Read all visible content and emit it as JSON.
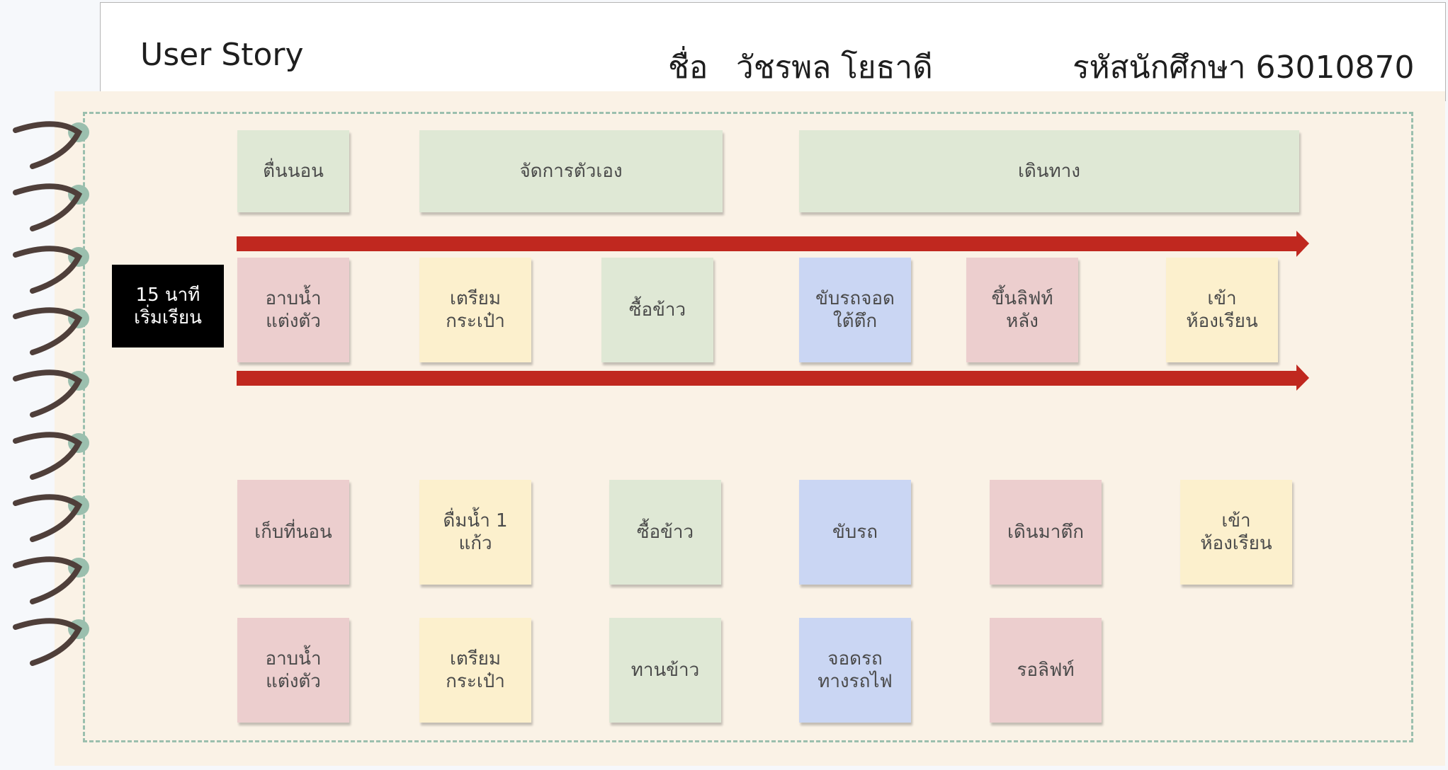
{
  "header": {
    "title": "User Story",
    "name_label": "ชื่อ",
    "name_value": "วัชรพล โยธาดี",
    "student_id": "รหัสนักศึกษา 63010870"
  },
  "timebox": {
    "label": "15 นาที\nเริ่มเรียน"
  },
  "backbone": [
    {
      "label": "ตื่นนอน",
      "color": "green"
    },
    {
      "label": "จัดการตัวเอง",
      "color": "green"
    },
    {
      "label": "เดินทาง",
      "color": "green"
    }
  ],
  "walking_skeleton": [
    {
      "label": "อาบน้ำ\nแต่งตัว",
      "color": "pink"
    },
    {
      "label": "เตรียม\nกระเป๋า",
      "color": "yellow"
    },
    {
      "label": "ซื้อข้าว",
      "color": "green"
    },
    {
      "label": "ขับรถจอด\nใต้ตึก",
      "color": "blue"
    },
    {
      "label": "ขึ้นลิฟท์\nหลัง",
      "color": "pink"
    },
    {
      "label": "เข้า\nห้องเรียน",
      "color": "yellow"
    }
  ],
  "release_row_1": [
    {
      "label": "เก็บที่นอน",
      "color": "pink"
    },
    {
      "label": "ดื่มน้ำ 1\nแก้ว",
      "color": "yellow"
    },
    {
      "label": "ซื้อข้าว",
      "color": "green"
    },
    {
      "label": "ขับรถ",
      "color": "blue"
    },
    {
      "label": "เดินมาตึก",
      "color": "pink"
    },
    {
      "label": "เข้า\nห้องเรียน",
      "color": "yellow"
    }
  ],
  "release_row_2": [
    {
      "label": "อาบน้ำ\nแต่งตัว",
      "color": "pink"
    },
    {
      "label": "เตรียม\nกระเป๋า",
      "color": "yellow"
    },
    {
      "label": "ทานข้าว",
      "color": "green"
    },
    {
      "label": "จอดรถ\nทางรถไฟ",
      "color": "blue"
    },
    {
      "label": "รอลิฟท์",
      "color": "pink"
    }
  ],
  "colors": {
    "green": "#dfe8d5",
    "pink": "#eccece",
    "yellow": "#fcf0cd",
    "blue": "#cad6f3",
    "arrow": "#c0281f",
    "board": "#faf2e6"
  }
}
